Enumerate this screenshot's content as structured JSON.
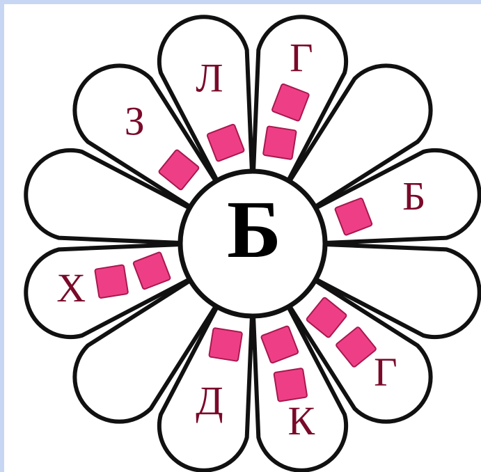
{
  "center": {
    "letter": "Б"
  },
  "petals": [
    {
      "letter": "Г",
      "squares": 2
    },
    {
      "letter": "",
      "squares": 0
    },
    {
      "letter": "Б",
      "squares": 1
    },
    {
      "letter": "",
      "squares": 0
    },
    {
      "letter": "Г",
      "squares": 2
    },
    {
      "letter": "К",
      "squares": 2
    },
    {
      "letter": "Д",
      "squares": 1
    },
    {
      "letter": "",
      "squares": 0
    },
    {
      "letter": "Х",
      "squares": 2
    },
    {
      "letter": "",
      "squares": 0
    },
    {
      "letter": "З",
      "squares": 1
    },
    {
      "letter": "Л",
      "squares": 1
    }
  ],
  "colors": {
    "square": "#ee3f86",
    "letter": "#7a0a2a",
    "center_letter": "#000000"
  }
}
